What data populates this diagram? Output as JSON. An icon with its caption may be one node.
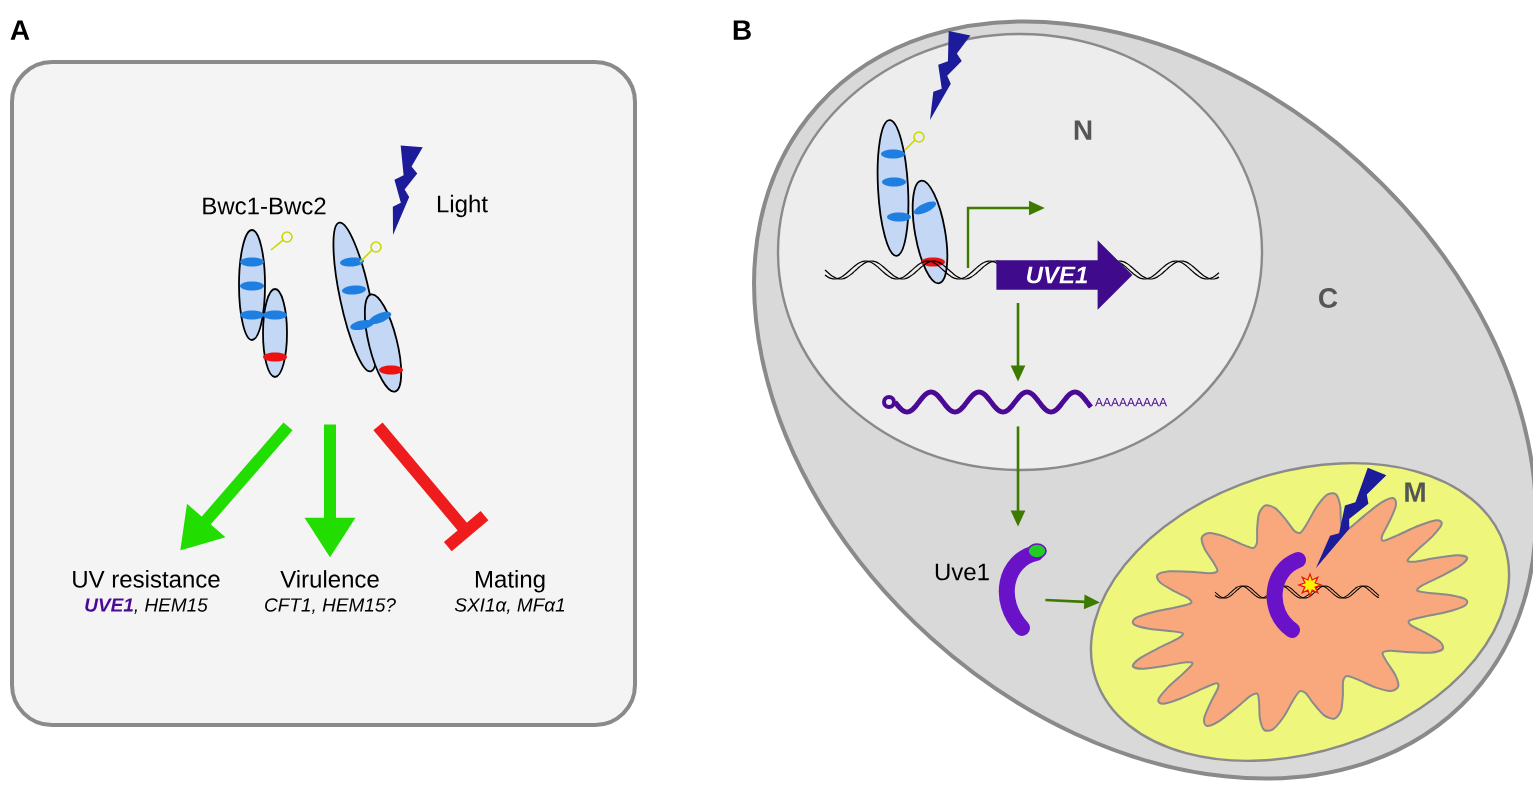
{
  "diagram": {
    "nodes": [
      {
        "text": [],
        "shape": "box"
      },
      {
        "text": [],
        "shape": "picture",
        "in": 0,
        "beside": [
          "Bwc1-Bwc2"
        ]
      },
      {
        "text": [
          "UV resistance",
          "**UVE1**, HEM15"
        ],
        "in": 0
      },
      {
        "text": [
          "Virulence",
          "CFT1, HEM15?"
        ],
        "in": 0
      },
      {
        "text": [
          "Mating",
          "SXI1α, MFα1"
        ],
        "in": 0
      },
      {
        "text": [
          "C"
        ]
      },
      {
        "text": [
          "N"
        ],
        "in": 5
      },
      {
        "text": [],
        "shape": "picture",
        "in": 6
      },
      {
        "text": [
          "UVE1"
        ],
        "in": 6
      },
      {
        "text": [],
        "shape": "picture",
        "in": 6,
        "beside": [
          "AAAAAAAAA"
        ]
      },
      {
        "text": [],
        "shape": "picture",
        "in": 5,
        "beside": [
          "Uve1"
        ]
      },
      {
        "text": [
          "M"
        ],
        "in": 5
      }
    ],
    "edges": [
      {
        "from": 1,
        "to": 2,
        "arrow": "to",
        "style": "thick",
        "color": "#22dd00"
      },
      {
        "from": 1,
        "to": 3,
        "arrow": "to",
        "style": "thick",
        "color": "#22dd00"
      },
      {
        "from": 1,
        "to": 4,
        "arrow": "other",
        "style": "thick",
        "color": "#ee1c1c"
      },
      {
        "from": 8,
        "to": 9,
        "arrow": "to",
        "color": "#3d7a00"
      },
      {
        "from": 9,
        "to": 10,
        "arrow": "to",
        "color": "#3d7a00"
      },
      {
        "from": 10,
        "to": 11,
        "arrow": "to",
        "color": "#3d7a00"
      }
    ],
    "labels": [
      "A",
      "Light",
      "B"
    ]
  }
}
